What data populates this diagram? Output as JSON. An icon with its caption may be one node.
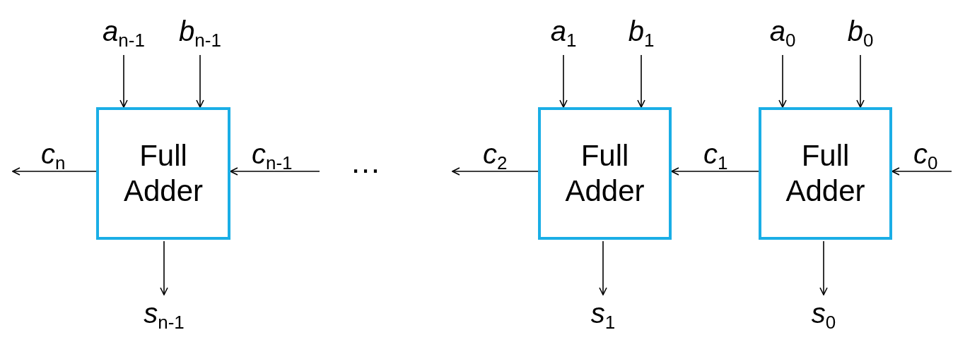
{
  "diagram": {
    "nodes": [
      {
        "text": [
          "Full Adder"
        ]
      },
      {
        "text": [
          "Full Adder"
        ]
      },
      {
        "text": [
          "Full Adder"
        ]
      },
      {
        "text": [
          "*a*$_{n-1}$"
        ]
      },
      {
        "text": [
          "*b*$_{n-1}$"
        ]
      },
      {
        "text": [
          "*s*$_{n-1}$"
        ]
      },
      {
        "text": [
          "*a*$_{1}$"
        ]
      },
      {
        "text": [
          "*b*$_{1}$"
        ]
      },
      {
        "text": [
          "*s*$_{1}$"
        ]
      },
      {
        "text": [
          "*a*$_{0}$"
        ]
      },
      {
        "text": [
          "*b*$_{0}$"
        ]
      },
      {
        "text": [
          "*s*$_{0}$"
        ]
      }
    ],
    "edges": [
      {
        "from": 3,
        "to": 0,
        "arrow": "to"
      },
      {
        "from": 4,
        "to": 0,
        "arrow": "to"
      },
      {
        "from": 0,
        "to": null,
        "arrow": "to",
        "label": "*c*$_{n}$"
      },
      {
        "from": null,
        "to": 0,
        "arrow": "to",
        "label": "*c*$_{n-1}$"
      },
      {
        "from": 0,
        "to": 5,
        "arrow": "to"
      },
      {
        "from": 6,
        "to": 1,
        "arrow": "to"
      },
      {
        "from": 7,
        "to": 1,
        "arrow": "to"
      },
      {
        "from": 1,
        "to": null,
        "arrow": "to",
        "label": "*c*$_{2}$"
      },
      {
        "from": 2,
        "to": 1,
        "arrow": "to",
        "label": "*c*$_{1}$"
      },
      {
        "from": 1,
        "to": 8,
        "arrow": "to"
      },
      {
        "from": 9,
        "to": 2,
        "arrow": "to"
      },
      {
        "from": 10,
        "to": 2,
        "arrow": "to"
      },
      {
        "from": null,
        "to": 2,
        "arrow": "to",
        "label": "*c*$_{0}$"
      },
      {
        "from": 2,
        "to": 11,
        "arrow": "to"
      }
    ],
    "labels": [
      "…"
    ]
  }
}
